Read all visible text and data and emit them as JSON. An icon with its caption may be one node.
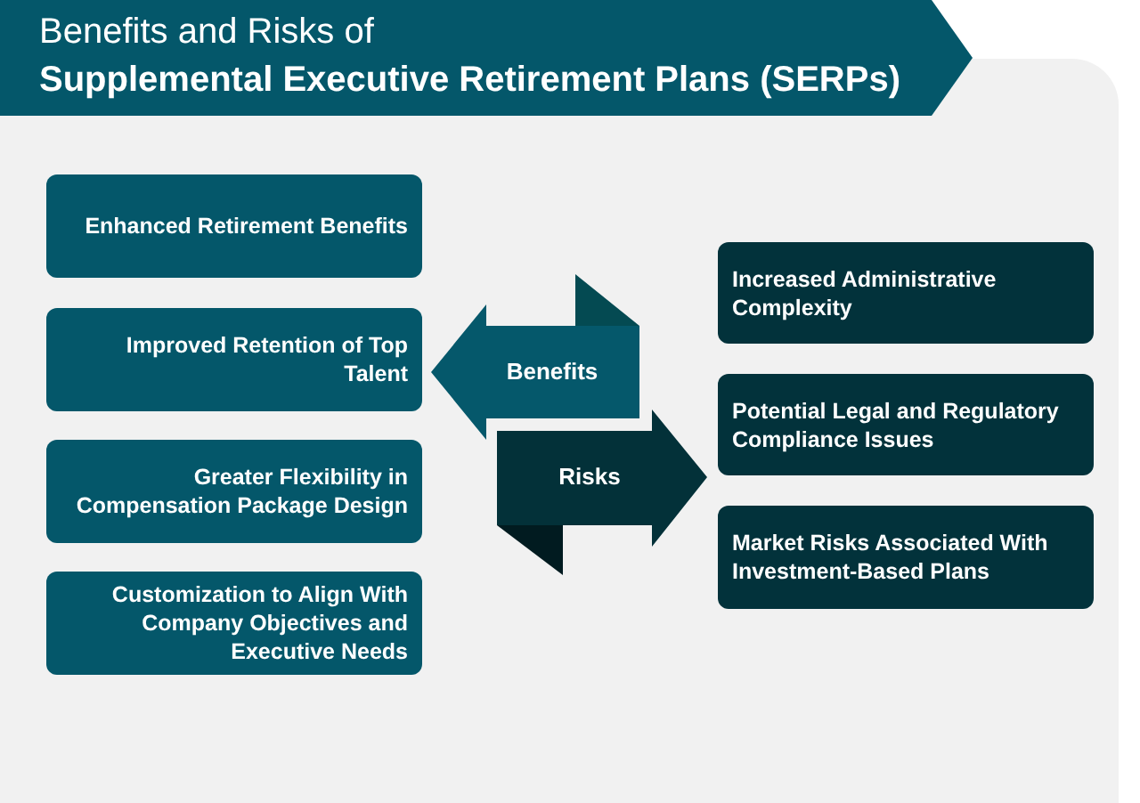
{
  "diagram": {
    "title": "Benefits and Risks of **Supplemental Executive Retirement Plans (SERPs)**",
    "nodes": [
      {
        "text": [
          "Enhanced Retirement Benefits"
        ]
      },
      {
        "text": [
          "Improved Retention of Top Talent"
        ]
      },
      {
        "text": [
          "Greater Flexibility in Compensation Package Design"
        ]
      },
      {
        "text": [
          "Customization to Align With Company Objectives and Executive Needs"
        ]
      },
      {
        "text": [
          "Benefits"
        ]
      },
      {
        "text": [
          "Risks"
        ]
      },
      {
        "text": [
          "Increased Administrative Complexity"
        ]
      },
      {
        "text": [
          "Potential Legal and Regulatory Compliance Issues"
        ]
      },
      {
        "text": [
          "Market Risks Associated With Investment-Based Plans"
        ]
      }
    ]
  }
}
